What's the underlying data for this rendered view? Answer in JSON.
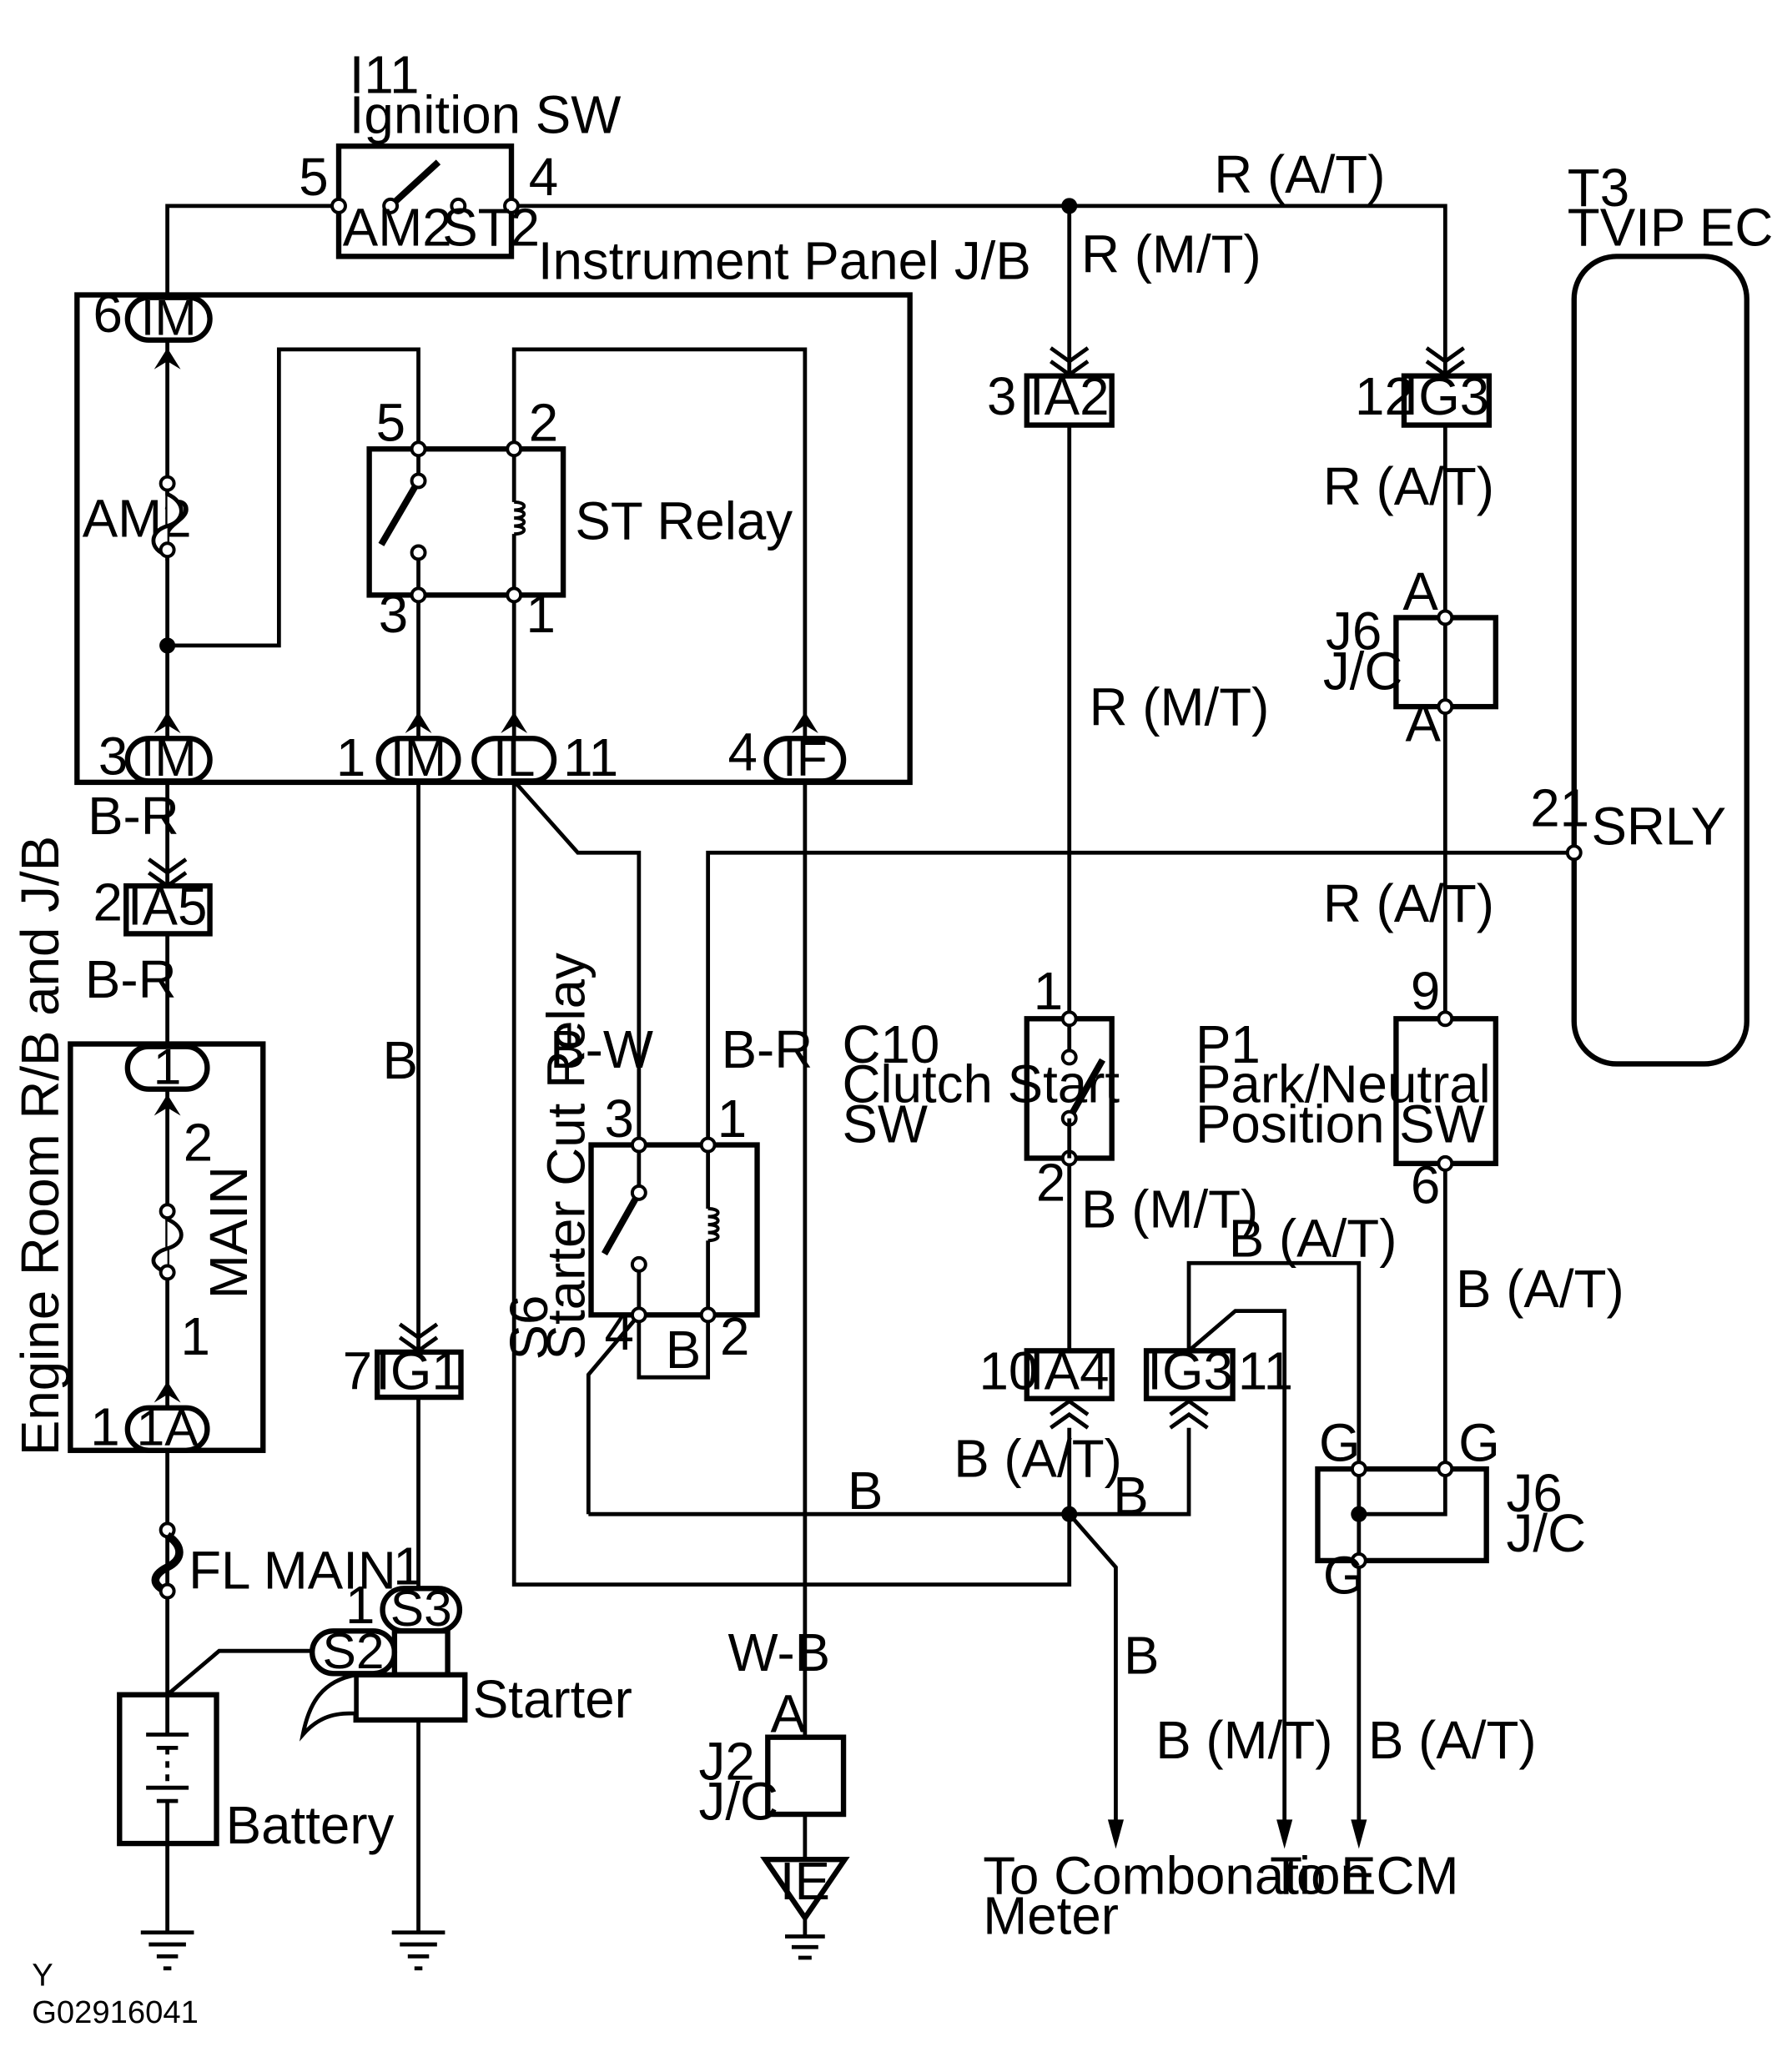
{
  "ignition": {
    "id": "I11",
    "name": "Ignition SW",
    "pin_left": "5",
    "pin_right": "4",
    "term_am2": "AM2",
    "term_st2": "ST2"
  },
  "ipjb": {
    "title": "Instrument Panel J/B",
    "im_top_pin": "6",
    "im_top": "IM",
    "fuse_am2": "AM2",
    "relay_name": "ST Relay",
    "relay_pin_5": "5",
    "relay_pin_2": "2",
    "relay_pin_3": "3",
    "relay_pin_1": "1",
    "im_bottom_pin": "3",
    "im_bottom": "IM",
    "im_mid_pin": "1",
    "im_mid": "IM",
    "il": "IL",
    "il_pin": "11",
    "if_pin": "4",
    "if": "IF"
  },
  "wires": {
    "r_at_top": "R (A/T)",
    "r_mt_top": "R (M/T)",
    "r_at_1": "R (A/T)",
    "r_mt_mid": "R (M/T)",
    "r_at_2": "R (A/T)",
    "b_r_1": "B-R",
    "b_r_2": "B-R",
    "b_im": "B",
    "b_w": "B-W",
    "b_r_3": "B-R",
    "b_mt_c10": "B (M/T)",
    "b_at_ig3": "B (A/T)",
    "b_at_p1": "B (A/T)",
    "b_at_ia4": "B (A/T)",
    "b_bus_left": "B",
    "b_bus_right": "B",
    "b_relay_bottom": "B",
    "b_to_meter": "B",
    "b_mt_ecm": "B (M/T)",
    "b_at_ecm": "B (A/T)",
    "w_b": "W-B"
  },
  "connectors": {
    "ia2": "IA2",
    "ia2_pin": "3",
    "ig3_top": "IG3",
    "ig3_top_pin": "12",
    "ia5": "IA5",
    "ia5_pin": "2",
    "ig1": "IG1",
    "ig1_pin": "7",
    "ia4": "IA4",
    "ia4_pin": "10",
    "ig3_bottom": "IG3",
    "ig3_bottom_pin": "11"
  },
  "ecu": {
    "id": "T3",
    "name": "TVIP ECU",
    "pin": "21",
    "terminal": "SRLY"
  },
  "j6_top": {
    "id": "J6",
    "name": "J/C",
    "pin_top": "A",
    "pin_bottom": "A"
  },
  "j6_bottom": {
    "id": "J6",
    "name": "J/C",
    "pin_g1": "G",
    "pin_g2": "G",
    "pin_g3": "G"
  },
  "engine_room": {
    "name": "Engine Room R/B and J/B",
    "top_term": "1",
    "pin_2": "2",
    "fuse": "MAIN",
    "pin_1": "1",
    "bottom_term": "1A",
    "bottom_pin": "1"
  },
  "fl_main": "FL MAIN",
  "battery": "Battery",
  "starter": {
    "name": "Starter",
    "s3": "S3",
    "s3_pin": "1",
    "s2": "S2",
    "s2_pin": "1"
  },
  "s6": {
    "id": "S6",
    "name": "Starter Cut Relay",
    "pin_3": "3",
    "pin_1": "1",
    "pin_4": "4",
    "pin_2": "2"
  },
  "c10": {
    "id": "C10",
    "name_line1": "Clutch Start",
    "name_line2": "SW",
    "pin_1": "1",
    "pin_2": "2"
  },
  "p1": {
    "id": "P1",
    "name_line1": "Park/Neutral",
    "name_line2": "Position SW",
    "pin_top": "9",
    "pin_bottom": "6"
  },
  "j2": {
    "id": "J2",
    "name": "J/C",
    "pin": "A"
  },
  "ground_ie": "IE",
  "dest_meter_line1": "To Combonation",
  "dest_meter_line2": "Meter",
  "dest_ecm": "To ECM",
  "footer_y": "Y",
  "footer_code": "G02916041"
}
